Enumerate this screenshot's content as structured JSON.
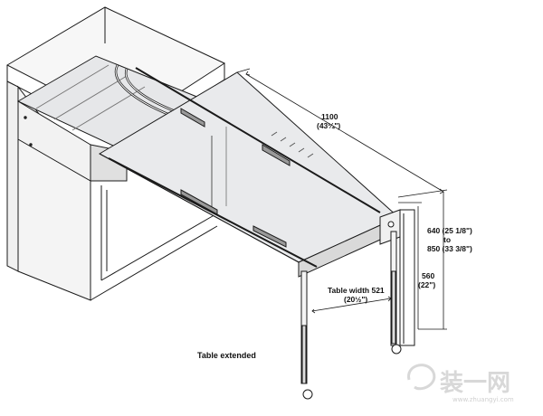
{
  "dimensions": {
    "length": {
      "value": "1100",
      "imperial": "(43¼\")"
    },
    "height": {
      "min": "640 (25 1/8\")",
      "to": "to",
      "max": "850 (33 3/8\")"
    },
    "cabinet_height": {
      "value": "560",
      "imperial": "(22\")"
    },
    "table_width": {
      "label": "Table width 521",
      "imperial": "(20½\")"
    }
  },
  "caption": "Table extended",
  "watermark": {
    "text": "装一网",
    "url": "www.zhuangyi.com"
  },
  "colors": {
    "line": "#1a1a1a",
    "glass": "#e9eaec",
    "wood": "#f4f4f4",
    "shade": "#cfcfcf"
  }
}
